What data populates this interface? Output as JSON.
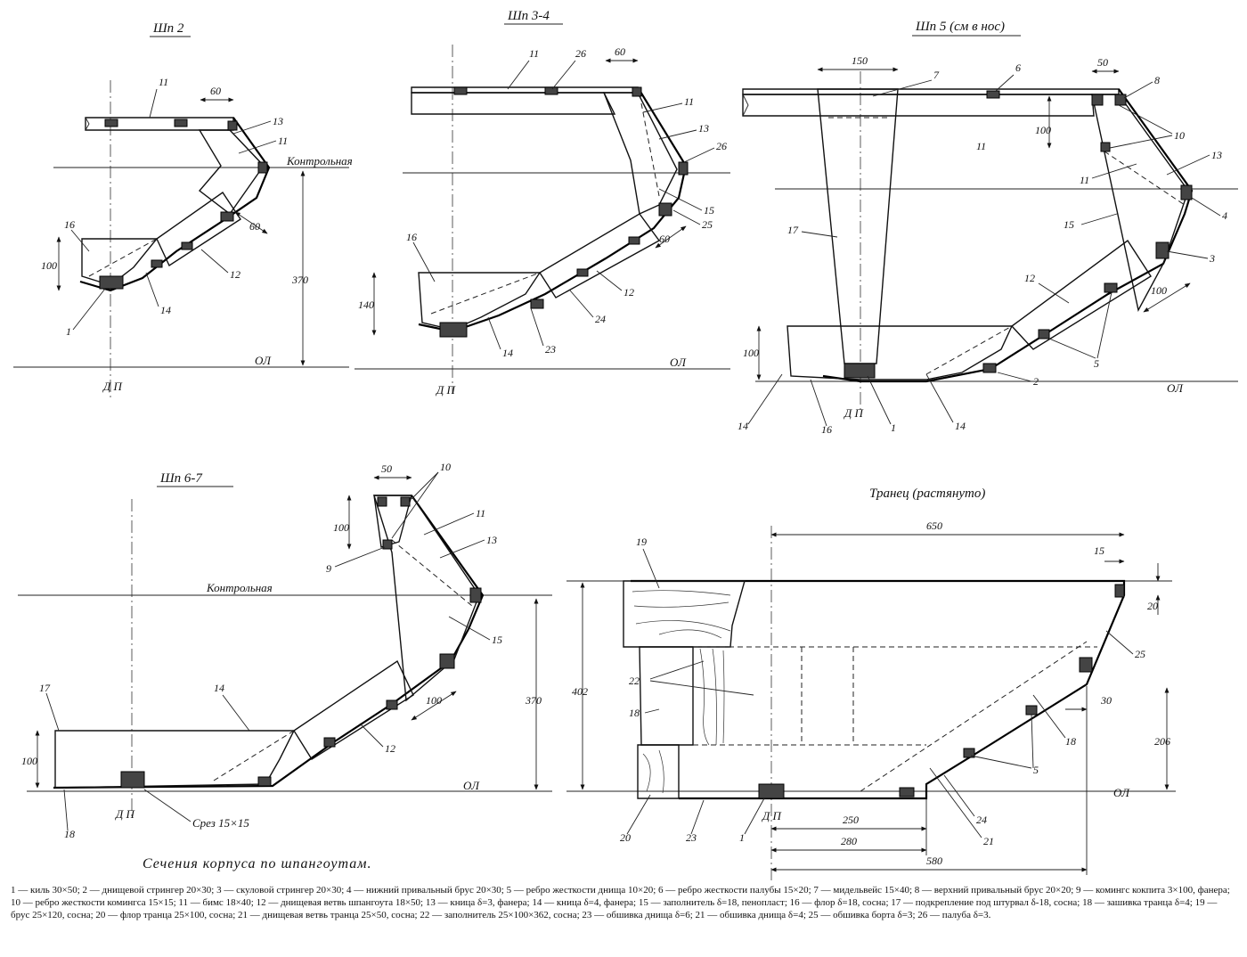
{
  "figure": {
    "caption": "Сечения корпуса по шпангоутам.",
    "sections": {
      "s2": {
        "title": "Шп 2",
        "waterline_label": "Контрольная",
        "baseline_label": "ОЛ",
        "centerline_label": "Д П",
        "dims": [
          "60",
          "60",
          "100",
          "370"
        ],
        "callouts": [
          "11",
          "13",
          "11",
          "16",
          "12",
          "14",
          "1"
        ]
      },
      "s34": {
        "title": "Шп 3-4",
        "baseline_label": "ОЛ",
        "centerline_label": "Д П",
        "dims": [
          "60",
          "60",
          "140"
        ],
        "callouts": [
          "11",
          "26",
          "11",
          "13",
          "26",
          "15",
          "25",
          "16",
          "12",
          "24",
          "14",
          "23"
        ]
      },
      "s5": {
        "title": "Шп 5 (см в нос)",
        "baseline_label": "ОЛ",
        "centerline_label": "Д П",
        "dims": [
          "150",
          "50",
          "100",
          "100",
          "100"
        ],
        "callouts": [
          "7",
          "6",
          "8",
          "10",
          "11",
          "11",
          "13",
          "4",
          "15",
          "17",
          "3",
          "12",
          "5",
          "2",
          "14",
          "16",
          "1",
          "14"
        ]
      },
      "s67": {
        "title": "Шп 6-7",
        "waterline_label": "Контрольная",
        "baseline_label": "ОЛ",
        "centerline_label": "Д П",
        "dims": [
          "50",
          "100",
          "100",
          "100",
          "370"
        ],
        "callouts": [
          "10",
          "11",
          "13",
          "9",
          "15",
          "14",
          "12",
          "17",
          "18"
        ],
        "cut_label": "Срез 15×15"
      },
      "transom": {
        "title": "Транец (растянуто)",
        "baseline_label": "ОЛ",
        "centerline_label": "Д П",
        "dims": [
          "650",
          "15",
          "20",
          "402",
          "30",
          "206",
          "250",
          "280",
          "580"
        ],
        "callouts": [
          "19",
          "25",
          "22",
          "18",
          "18",
          "5",
          "24",
          "21",
          "20",
          "23",
          "1"
        ]
      }
    },
    "legend": "1 — киль 30×50; 2 — днищевой стрингер 20×30; 3 — скуловой стрингер 20×30; 4 — нижний привальный брус 20×30; 5 — ребро жесткости днища 10×20; 6 — ребро жесткости палубы 15×20; 7 — мидельвейс 15×40; 8 — верхний привальный брус 20×20; 9 — комингс кокпита 3×100, фанера; 10 — ребро жесткости комингса 15×15; 11 — бимс 18×40; 12 — днищевая ветвь шпангоута 18×50; 13 — кница δ=3, фанера; 14 — кница δ=4, фанера; 15 — заполнитель δ=18, пенопласт; 16 — флор δ=18, сосна; 17 — подкрепление под штурвал δ-18, сосна; 18 — зашивка транца δ=4; 19 — брус 25×120, сосна; 20 — флор транца 25×100, сосна; 21 — днищевая ветвь транца 25×50, сосна; 22 — заполнитель 25×100×362, сосна; 23 — обшивка днища δ=6; 21 — обшивка днища δ=4; 25 — обшивка борта δ=3; 26 — палуба δ=3."
  }
}
